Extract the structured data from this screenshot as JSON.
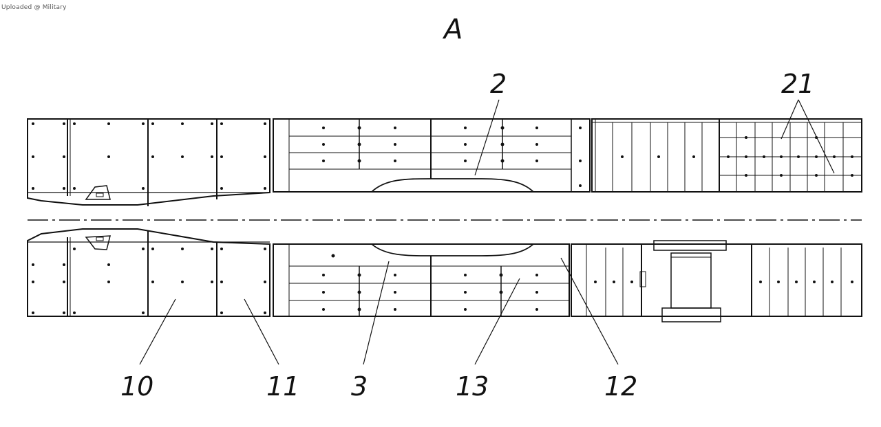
{
  "watermark": "Uploaded @ Military",
  "view_label": "A",
  "callouts": [
    "2",
    "21",
    "10",
    "11",
    "3",
    "13",
    "12"
  ],
  "colors": {
    "line": "#111111",
    "background": "#ffffff"
  }
}
